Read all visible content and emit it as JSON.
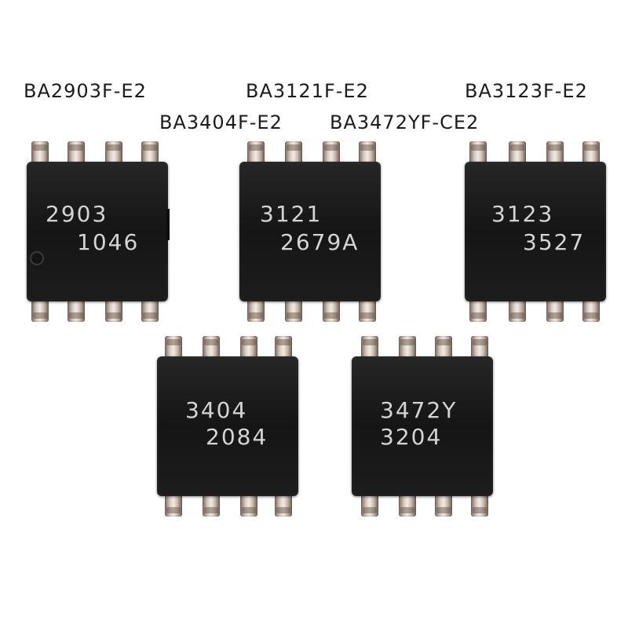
{
  "labels": {
    "ba2903": "BA2903F-E2",
    "ba3121": "BA3121F-E2",
    "ba3123": "BA3123F-E2",
    "ba3404": "BA3404F-E2",
    "ba3472": "BA3472YF-CE2"
  },
  "chips": {
    "c2903": {
      "line1": "2903",
      "line2": "1046"
    },
    "c3121": {
      "line1": "3121",
      "line2": "2679A"
    },
    "c3123": {
      "line1": "3123",
      "line2": "3527"
    },
    "c3404": {
      "line1": "3404",
      "line2": "2084"
    },
    "c3472": {
      "line1": "3472Y",
      "line2": "3204"
    }
  },
  "colors": {
    "chip_body": "#1a1a1a",
    "marking": "#d4d4d4",
    "pin": "#d8cbc1"
  }
}
